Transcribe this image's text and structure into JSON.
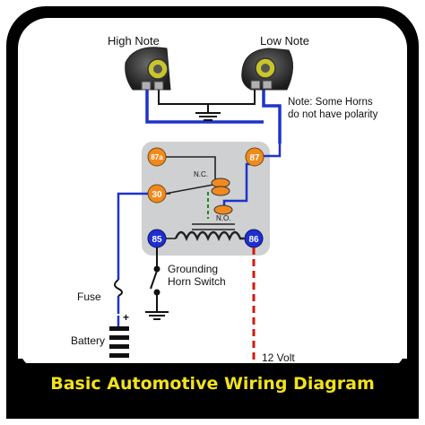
{
  "labels": {
    "high_note": "High Note",
    "low_note": "Low Note",
    "note_line1": "Note: Some Horns",
    "note_line2": "do not have polarity",
    "nc": "N.C.",
    "no": "N.O.",
    "grounding_line1": "Grounding",
    "grounding_line2": "Horn Switch",
    "fuse": "Fuse",
    "battery": "Battery",
    "plus": "+",
    "volt": "12 Volt"
  },
  "terminals": {
    "t87a": "87a",
    "t87": "87",
    "t30": "30",
    "t85": "85",
    "t86": "86"
  },
  "banner": {
    "title": "Basic Automotive Wiring Diagram"
  },
  "colors": {
    "frame": "#111111",
    "wire_blue": "#1f33c8",
    "wire_red": "#d21a0e",
    "terminal_orange": "#f08a1e",
    "terminal_blue": "#1e2fd0",
    "banner_text": "#f2e21c",
    "relay_box": "#cfd0d2"
  }
}
